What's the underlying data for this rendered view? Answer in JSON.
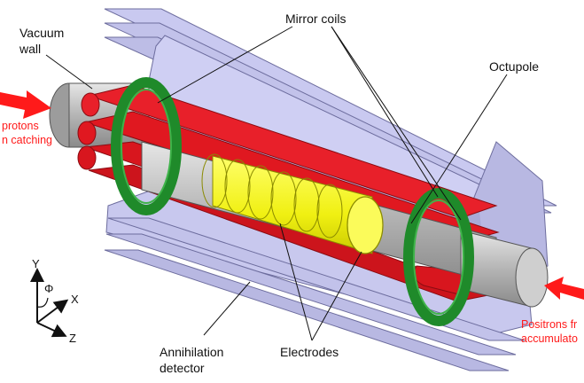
{
  "labels": {
    "vacuum_wall_1": "Vacuum",
    "vacuum_wall_2": "wall",
    "mirror_coils": "Mirror coils",
    "octupole": "Octupole",
    "antiprotons_1": "protons",
    "antiprotons_2": "n catching",
    "positrons_1": "Positrons fr",
    "positrons_2": "accumulato",
    "annihilation_1": "Annihilation",
    "annihilation_2": "detector",
    "electrodes": "Electrodes",
    "axis_y": "Y",
    "axis_x": "X",
    "axis_z": "Z",
    "axis_phi": "Φ"
  },
  "colors": {
    "detector": "#c5c5ec",
    "detector_edge": "#6d6d9e",
    "octupole": "#e8202a",
    "coil": "#1f8a2a",
    "electrode": "#f2f21a",
    "pipe": "#bdbdbd",
    "arrow": "#ff1a1a",
    "text_red": "#ff1a1a"
  }
}
